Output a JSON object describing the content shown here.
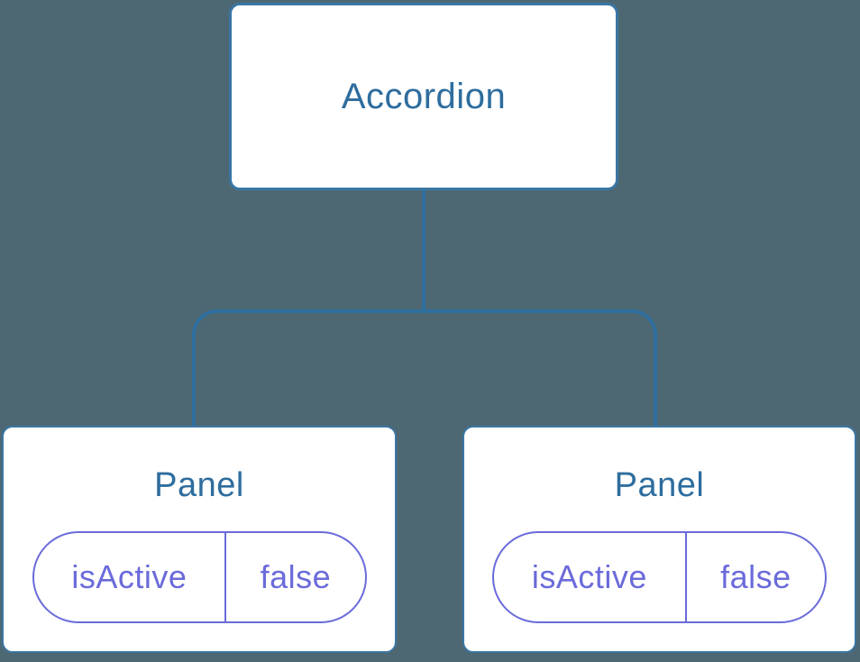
{
  "diagram": {
    "title": "component-state-tree",
    "colors": {
      "background": "#4d6873",
      "node_border_blue": "#3a76a4",
      "connector_blue": "#2f6f9f",
      "label_blue": "#2e6d9e",
      "state_purple": "#6b6bdb",
      "node_fill": "#ffffff"
    },
    "root": {
      "label": "Accordion"
    },
    "children": [
      {
        "label": "Panel",
        "state": {
          "key": "isActive",
          "value": "false"
        }
      },
      {
        "label": "Panel",
        "state": {
          "key": "isActive",
          "value": "false"
        }
      }
    ]
  }
}
